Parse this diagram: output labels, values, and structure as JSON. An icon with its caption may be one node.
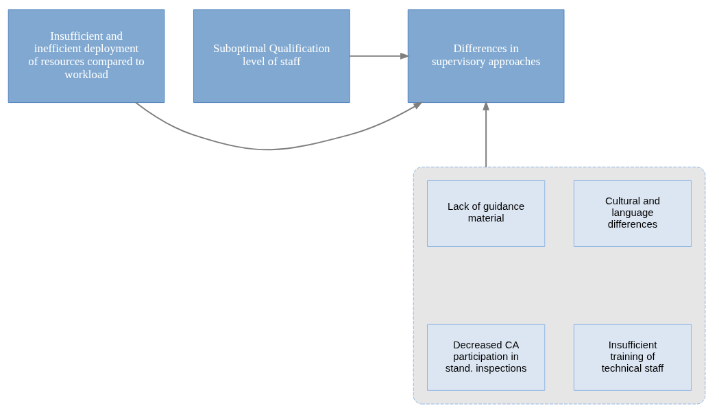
{
  "diagram": {
    "nodes": [
      {
        "text": [
          "Insufficient and inefficient deployment of resources compared to workload"
        ]
      },
      {
        "text": [
          "Differences in supervisory approaches"
        ]
      },
      {
        "text": [
          "Suboptimal Qualification level of staff"
        ]
      },
      {
        "text": [],
        "shape": "box"
      },
      {
        "text": [
          "Lack of guidance material"
        ],
        "in": 3
      },
      {
        "text": [
          "Cultural and language differences"
        ],
        "in": 3
      },
      {
        "text": [
          "Decreased CA participation in stand. inspections"
        ],
        "in": 3
      },
      {
        "text": [
          "Insufficient training of technical staff"
        ],
        "in": 3
      }
    ],
    "edges": [
      {
        "from": 0,
        "to": 1,
        "arrow": "to"
      },
      {
        "from": 2,
        "to": 1,
        "arrow": "to"
      },
      {
        "from": 3,
        "to": 1,
        "arrow": "to"
      }
    ]
  }
}
